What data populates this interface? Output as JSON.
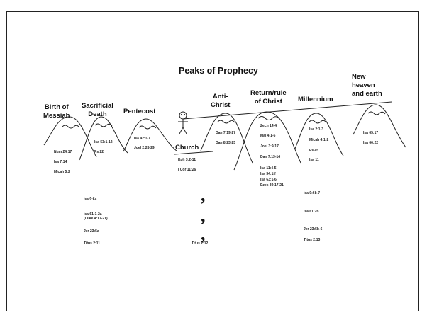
{
  "title": "Peaks of Prophecy",
  "peaks": {
    "birth": "Birth of\nMessiah",
    "sacrificial": "Sacrificial\nDeath",
    "pentecost": "Pentecost",
    "church": "Church",
    "antichrist": "Anti-\nChrist",
    "return": "Return/rule\nof Christ",
    "millennium": "Millennium",
    "new_heaven": "New\nheaven\nand earth"
  },
  "refs": {
    "birth": [
      "Num 24:17",
      "Isa 7:14",
      "Micah 5:2"
    ],
    "sacrificial": [
      "Isa 53:1-12",
      "Ps 22"
    ],
    "pentecost": [
      "Isa 42:1-7",
      "Joel 2:28-29"
    ],
    "church": [
      "Eph 3:2-11",
      "I Cor 11:26"
    ],
    "antichrist": [
      "Dan 7:19-27",
      "Dan 8:23-25"
    ],
    "return": [
      "Zech 14:4",
      "Mal 4:1-6",
      "Joel 3:9-17",
      "Dan 7:13-14",
      "Isa 11:4-5",
      "Isa 34:1ff",
      "Isa 63:1-6",
      "Ezek 39:17-21"
    ],
    "millennium": [
      "Isa 2:1-3",
      "Micah 4:1-2",
      "Ps 45",
      "Isa 11"
    ],
    "new_heaven": [
      "Isa 65:17",
      "Isa 66:22"
    ]
  },
  "lower_refs": {
    "left": [
      "Isa 9:6a",
      "Isa 61:1-2a\n(Luke 4:17-21)",
      "Jer 23:5a",
      "Titus 2:11"
    ],
    "middle": [
      "Titus 2:12"
    ],
    "right": [
      "Isa 9:6b-7",
      "Isa 61:2b",
      "Jer 23:5b-6",
      "Titus 2:13"
    ]
  },
  "commas": [
    ",",
    ",",
    ","
  ]
}
